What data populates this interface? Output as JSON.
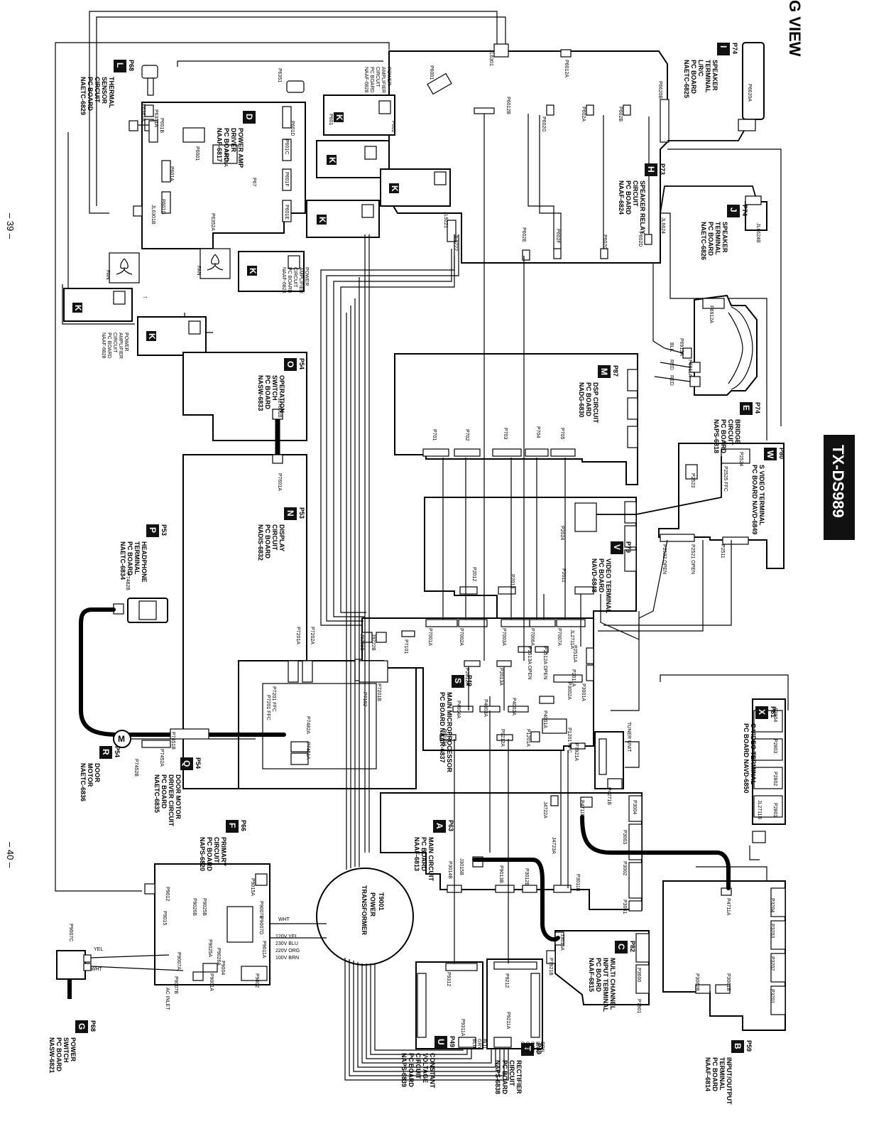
{
  "header": {
    "title": "G VIEW",
    "model": "TX-DS989",
    "page_left": "– 39 –",
    "page_right": "– 40 –"
  },
  "boards": [
    {
      "id": "I",
      "lines": [
        "SPEAKER",
        "TERMINAL",
        "L/R/C",
        "PC BOARD",
        "NAETC-6825"
      ],
      "pin": "P74"
    },
    {
      "id": "H",
      "lines": [
        "SPEAKER RELAY",
        "CIRCUIT",
        "PC BOARD",
        "NAAF-6824"
      ],
      "pin": "P73"
    },
    {
      "id": "J",
      "lines": [
        "SPEAKER",
        "TERMINAL",
        "PC BOARD",
        "NAETC-6826"
      ],
      "pin": "P74"
    },
    {
      "id": "E",
      "lines": [
        "BRIDGE",
        "CIRCUIT",
        "PC BOARD",
        "NAPS-6818"
      ],
      "pin": "P74"
    },
    {
      "id": "W",
      "lines": [
        "S VIDEO TERMINAL",
        "PC BOARD NAVD-6849"
      ],
      "pin": "P80"
    },
    {
      "id": "M",
      "lines": [
        "DSP CIRCUIT",
        "PC BOARD",
        "NADG-6830"
      ],
      "pin": "P87"
    },
    {
      "id": "V",
      "lines": [
        "VIDEO TERMINAL",
        "PC BOARD",
        "NAVD-6848"
      ],
      "pin": "P79"
    },
    {
      "id": "X",
      "lines": [
        "C VIDEO TERMINAL",
        "PC BOARD NAVD-6850"
      ],
      "pin": "P81"
    },
    {
      "id": "O",
      "lines": [
        "OPERATION",
        "SWITCH",
        "PC BOARD",
        "NASW-6833"
      ],
      "pin": "P54"
    },
    {
      "id": "N",
      "lines": [
        "DISPLAY",
        "CIRCUIT",
        "PC BOARD",
        "NADIS-6832"
      ],
      "pin": "P53"
    },
    {
      "id": "P",
      "lines": [
        "HEADPHONE",
        "TERMINAL",
        "PC BOARD",
        "NAETC-6834"
      ],
      "pin": "P53"
    },
    {
      "id": "S",
      "lines": [
        "MAIN MICROPROCESSOR",
        "PC BOARD NAAR-6837"
      ],
      "pin": "P49"
    },
    {
      "id": "R",
      "lines": [
        "DOOR",
        "MOTOR",
        "NAETC-6836"
      ],
      "pin": "P54"
    },
    {
      "id": "Q",
      "lines": [
        "DOOR MOTOR",
        "DRIVER CIRCUIT",
        "PC BOARD",
        "NAETC-6835"
      ],
      "pin": "P54"
    },
    {
      "id": "F",
      "lines": [
        "PRIMARY",
        "CIRCUIT",
        "PC BOARD",
        "NAPS-6820"
      ],
      "pin": "P66"
    },
    {
      "id": "A",
      "lines": [
        "MAIN CIRCUIT",
        "PC BOARD",
        "NAAF-6813"
      ],
      "pin": "P63"
    },
    {
      "id": "C",
      "lines": [
        "MULTI CHANNEL",
        "INPUT TERMINAL",
        "PC BOARD",
        "NAAF-6815"
      ],
      "pin": "P82"
    },
    {
      "id": "B",
      "lines": [
        "INPUT/OUTPUT",
        "TERMINAL",
        "PC BOARD",
        "NAAF-6814"
      ],
      "pin": "P59"
    },
    {
      "id": "T",
      "lines": [
        "RECTIFIER",
        "CIRCUIT",
        "PC BOARD",
        "NAPS-6838"
      ],
      "pin": "P49"
    },
    {
      "id": "U",
      "lines": [
        "CONSTANT",
        "VOLTAGE",
        "CIRCUIT",
        "PC BOARD",
        "NAPS-6839"
      ],
      "pin": "P49"
    },
    {
      "id": "G",
      "lines": [
        "POWER",
        "SWITCH",
        "PC BOARD",
        "NASW-6821"
      ],
      "pin": "P68"
    },
    {
      "id": "D",
      "lines": [
        "POWER AMP",
        "DRIVER",
        "PC BOARD",
        "NAAF-6817"
      ],
      "pin": ""
    },
    {
      "id": "L",
      "lines": [
        "THERMAL",
        "SENSOR",
        "CIRCUIT",
        "PC BOARD",
        "NAETC-6829"
      ],
      "pin": "P68"
    }
  ],
  "amp_boards": {
    "tag": "K",
    "lines": [
      "POWER",
      "AMPLIFIER",
      "CIRCUIT",
      "PC BOARD",
      "NAAF-6828"
    ]
  },
  "connectors": {
    "speaker_area": [
      "P6620A",
      "P6620B",
      "P6012A",
      "P6012B",
      "P602G",
      "P602A",
      "P602B",
      "P602C",
      "P602D",
      "P602E",
      "P602F",
      "JL6301",
      "JL6624",
      "JL6624B",
      "P6001",
      "JL9221",
      "JL9222"
    ],
    "amp_area": [
      "P601",
      "P602",
      "P6351",
      "P6361B",
      "P6351A",
      "P601B",
      "P601A",
      "P601D",
      "P601C",
      "P601F",
      "P601E",
      "P601G",
      "JL6301B",
      "P6352A",
      "P4721A",
      "P6001",
      "P67"
    ],
    "bridge": [
      "P6912A",
      "P6913A",
      "P6911A",
      "BLK",
      "RED",
      "RED"
    ],
    "svideo": [
      "P2524",
      "P2523",
      "P2525 FFC",
      "P2511",
      "P2521 OPEN",
      "P2522 OPEN",
      "P2024"
    ],
    "dsp": [
      "P701",
      "P702",
      "P703",
      "P704",
      "P705"
    ],
    "video": [
      "P2011",
      "P2012",
      "P2013"
    ],
    "cvideo": [
      "P2804",
      "P2803",
      "P2802",
      "P2801",
      "JL2711B"
    ],
    "main_micro": [
      "P7001A",
      "P7002A",
      "P7003A",
      "P7006A",
      "P7007A",
      "JL2711A",
      "P7101",
      "P2513A OPEN",
      "P2512A OPEN",
      "P2511A",
      "P2012A",
      "P2013A",
      "P2011A",
      "P3002A",
      "P3001A",
      "P4004A",
      "P4003A",
      "P4002A",
      "P4001A",
      "P1201A",
      "P9312A",
      "P9212A",
      "P7921A",
      "P7202A",
      "P7201A",
      "P7201 FFC",
      "P7201B",
      "P7102",
      "J9221B",
      "J9222B"
    ],
    "tuner": [
      "TUNER UNIT",
      "P1201 FFC"
    ],
    "display": [
      "JL7601B",
      "P7601A",
      "P7482B",
      "P7482A",
      "P7451A",
      "P7451B",
      "P7452A",
      "P7452B",
      "P7201 FFC"
    ],
    "main": [
      "P3001",
      "P3002",
      "P3003",
      "P3004",
      "P4271B",
      "P4711B",
      "J4722A",
      "J4723A",
      "J3015B",
      "P3014B",
      "P9013B",
      "P3012B",
      "P3011B",
      "J3015A",
      "P7921B"
    ],
    "multi": [
      "P3600",
      "P7901"
    ],
    "io": [
      "P3204",
      "P3203",
      "P3202",
      "P3201",
      "P4711A",
      "P3061B",
      "P3062B"
    ],
    "primary": [
      "P9015A",
      "P9007E",
      "P9007D",
      "P9012",
      "P9015",
      "P9026B",
      "P9025B",
      "P9025A",
      "P9026A",
      "P9007A",
      "P9011A",
      "P9004",
      "P9002",
      "P9001A",
      "P9007B",
      "P9007C",
      "AC INLET"
    ],
    "rectifier": [
      "P9212",
      "P9211A"
    ],
    "constant": [
      "P9312",
      "P9311A"
    ]
  },
  "transformer": {
    "lines": [
      "T9001",
      "POWER",
      "TRANSFORMER"
    ]
  },
  "taps": [
    "WHT",
    "120V YEL",
    "230V BLU",
    "220V ORG",
    "100V BRN"
  ],
  "wires": {
    "inlet_top": "YEL",
    "inlet_bottom": "WHT",
    "rect_colors": [
      "BRN",
      "BRN",
      "GRN",
      "GRN",
      "ORN"
    ],
    "cv_colors": [
      "BLU",
      "GRY",
      "BLU"
    ]
  },
  "fan_labels": [
    "FAN",
    "FAN"
  ],
  "motor_symbol": "M",
  "arrow_symbol": "↑"
}
